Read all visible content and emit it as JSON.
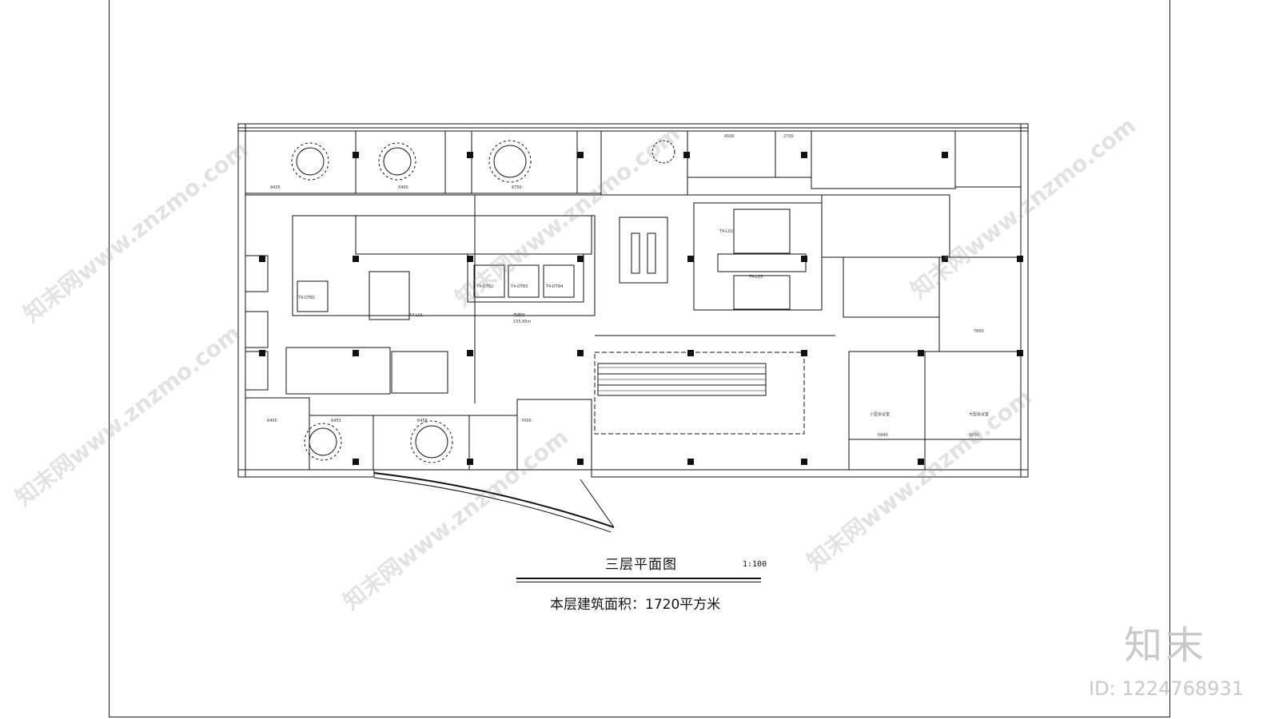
{
  "drawing": {
    "title": "三层平面图",
    "scale": "1:100",
    "area_note": "本层建筑面积：1720平方米"
  },
  "branding": {
    "logo_text": "知末",
    "image_id": "ID: 1224768931",
    "watermark": "知末网www.znzmo.com"
  },
  "rooms": {
    "elevator_hall": "电梯厅",
    "elevator_hall_area": "155.85m",
    "elevators": [
      "T4-DT81",
      "T4-DT82",
      "T4-DT83",
      "T4-DT84"
    ],
    "stairs": [
      "T4-L01",
      "T4-L02",
      "T4-L03"
    ],
    "small_meeting": "小型会议室",
    "large_meeting": "大型会议室"
  },
  "dimensions": [
    "9425",
    "6400",
    "6750",
    "4500",
    "2700",
    "6453",
    "6458",
    "7000",
    "7800",
    "5940",
    "9200",
    "6400"
  ],
  "colors": {
    "line": "#111111",
    "watermark": "#c9c9c9"
  }
}
